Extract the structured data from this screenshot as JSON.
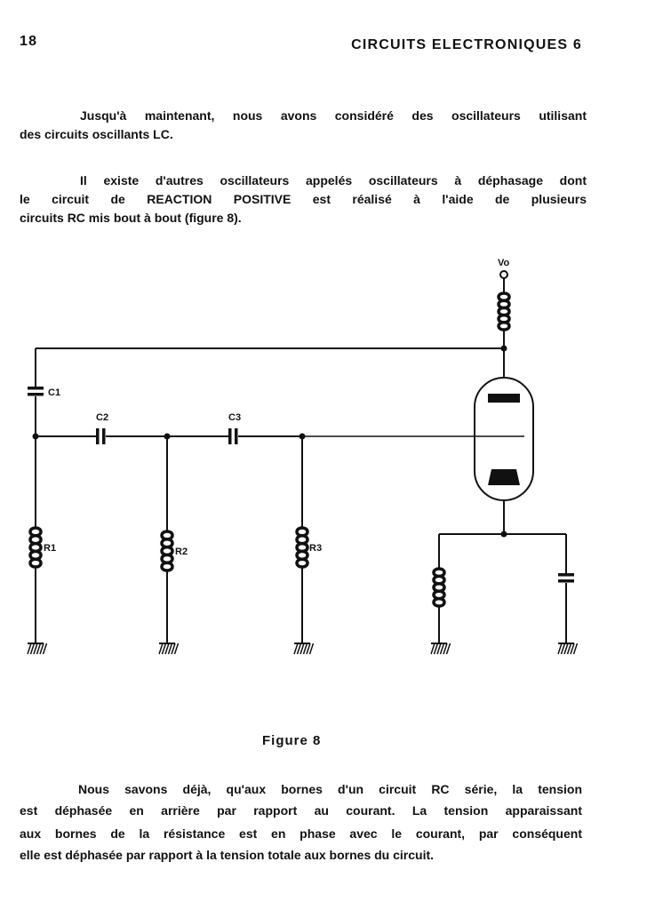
{
  "header": {
    "page_number": "18",
    "running_title": "CIRCUITS ELECTRONIQUES 6"
  },
  "paragraphs": [
    [
      "Jusqu'à maintenant, nous avons considéré des oscillateurs utilisant",
      "des circuits oscillants LC."
    ],
    [
      "Il existe d'autres oscillateurs appelés oscillateurs à déphasage dont",
      "le circuit de REACTION POSITIVE est réalisé à l'aide de plusieurs",
      "circuits RC mis bout à bout (figure 8)."
    ],
    [
      "Nous savons déjà, qu'aux bornes d'un circuit RC série, la tension",
      "est déphasée en arrière par rapport au courant. La tension apparaissant",
      "aux bornes de la résistance est en phase avec le courant, par conséquent",
      "elle est déphasée par rapport à la tension totale aux bornes du circuit."
    ]
  ],
  "figure": {
    "caption": "Figure 8",
    "labels": {
      "vo": "Vo",
      "c1": "C1",
      "c2": "C2",
      "c3": "C3",
      "r1": "R1",
      "r2": "R2",
      "r3": "R3"
    }
  }
}
